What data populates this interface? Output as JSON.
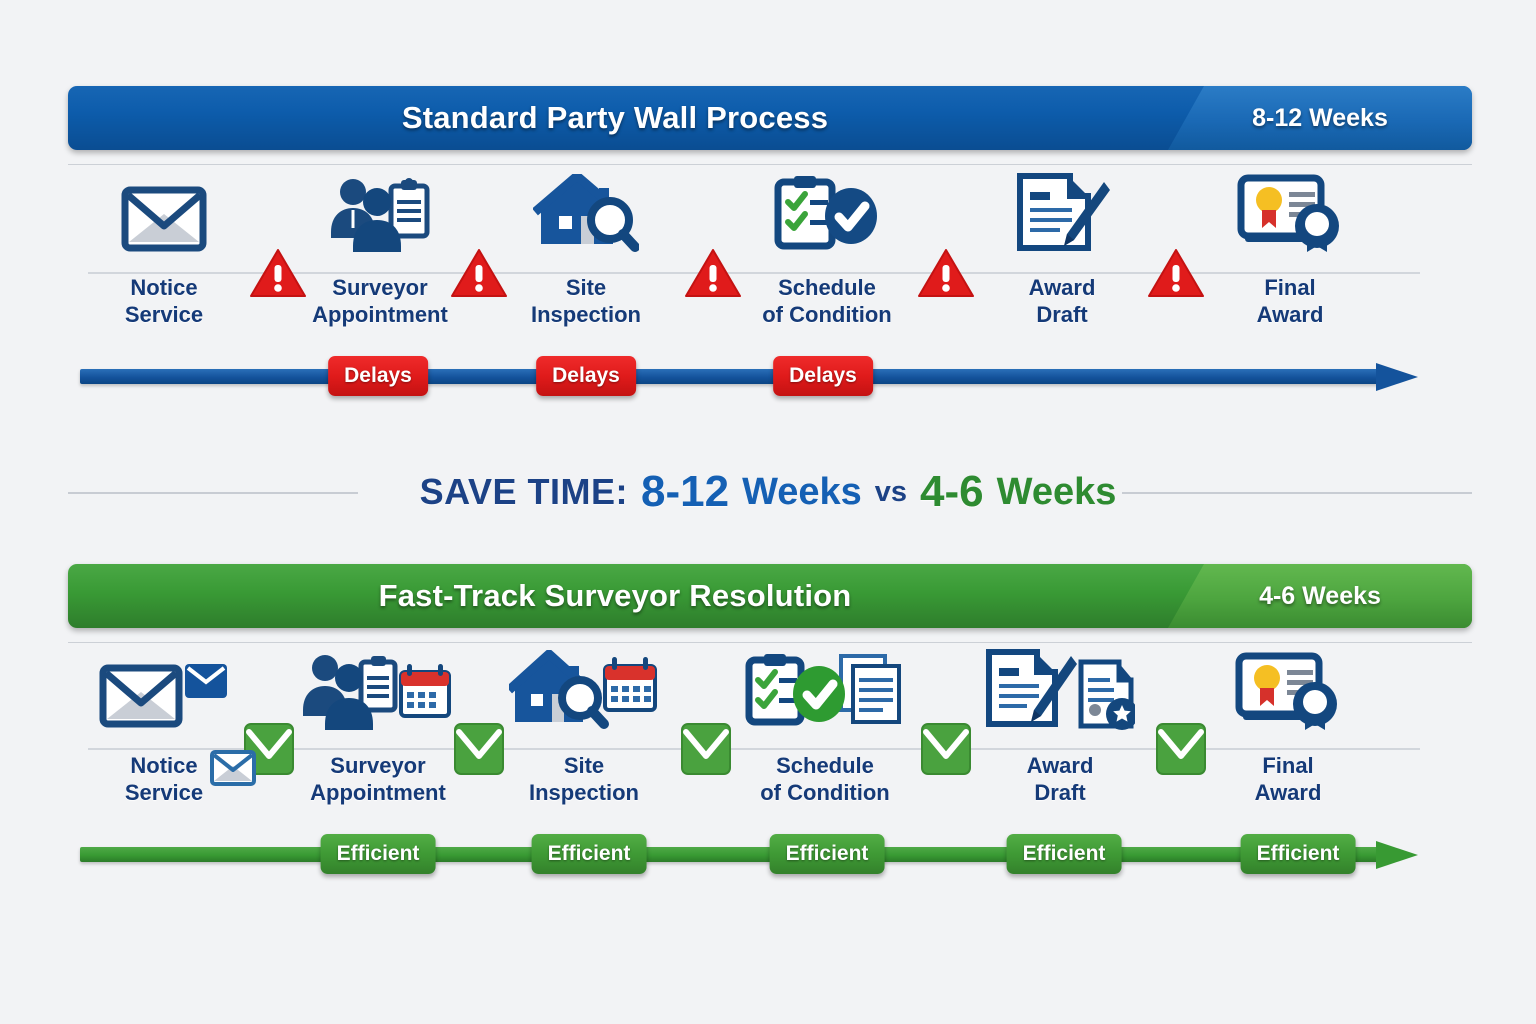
{
  "background_color": "#f2f3f5",
  "colors": {
    "navy": "#153a78",
    "blue_bar": "#0d5cab",
    "blue_badge": "#1a69b5",
    "green_bar": "#399a35",
    "green_badge": "#4da53f",
    "red": "#e01b1b",
    "label_navy": "#153a78",
    "rule_gray": "#ccd0d6"
  },
  "standard": {
    "title": "Standard Party Wall Process",
    "duration_badge": "8-12 Weeks",
    "steps": [
      {
        "label_line1": "Notice",
        "label_line2": "Service",
        "icon": "envelope-icon"
      },
      {
        "label_line1": "Surveyor",
        "label_line2": "Appointment",
        "icon": "surveyors-clipboard-icon"
      },
      {
        "label_line1": "Site",
        "label_line2": "Inspection",
        "icon": "house-magnifier-icon"
      },
      {
        "label_line1": "Schedule",
        "label_line2": "of Condition",
        "icon": "checklist-check-icon"
      },
      {
        "label_line1": "Award",
        "label_line2": "Draft",
        "icon": "document-pen-icon"
      },
      {
        "label_line1": "Final",
        "label_line2": "Award",
        "icon": "certificate-seal-icon"
      }
    ],
    "markers": [
      {
        "icon": "warning-triangle-icon"
      },
      {
        "icon": "warning-triangle-icon"
      },
      {
        "icon": "warning-triangle-icon"
      },
      {
        "icon": "warning-triangle-icon"
      },
      {
        "icon": "warning-triangle-icon"
      }
    ],
    "pills": [
      {
        "label": "Delays"
      },
      {
        "label": "Delays"
      },
      {
        "label": "Delays"
      }
    ]
  },
  "save_time": {
    "lead": "SAVE TIME:",
    "standard_value": "8-12",
    "standard_unit": "Weeks",
    "vs": "vs",
    "fast_value": "4-6",
    "fast_unit": "Weeks"
  },
  "fasttrack": {
    "title": "Fast-Track Surveyor Resolution",
    "duration_badge": "4-6 Weeks",
    "steps": [
      {
        "label_line1": "Notice",
        "label_line2": "Service",
        "icon": "envelope-plus-mail-icon"
      },
      {
        "label_line1": "Surveyor",
        "label_line2": "Appointment",
        "icon": "surveyors-clipboard-calendar-icon"
      },
      {
        "label_line1": "Site",
        "label_line2": "Inspection",
        "icon": "house-magnifier-calendar-icon"
      },
      {
        "label_line1": "Schedule",
        "label_line2": "of Condition",
        "icon": "checklist-check-documents-icon"
      },
      {
        "label_line1": "Award",
        "label_line2": "Draft",
        "icon": "document-pen-certified-icon"
      },
      {
        "label_line1": "Final",
        "label_line2": "Award",
        "icon": "certificate-seal-icon"
      }
    ],
    "markers": [
      {
        "icon": "green-envelope-check-icon"
      },
      {
        "icon": "green-envelope-check-icon"
      },
      {
        "icon": "green-envelope-check-icon"
      },
      {
        "icon": "green-envelope-check-icon"
      },
      {
        "icon": "green-envelope-check-icon"
      }
    ],
    "pills": [
      {
        "label": "Efficient"
      },
      {
        "label": "Efficient"
      },
      {
        "label": "Efficient"
      },
      {
        "label": "Efficient"
      },
      {
        "label": "Efficient"
      }
    ]
  }
}
